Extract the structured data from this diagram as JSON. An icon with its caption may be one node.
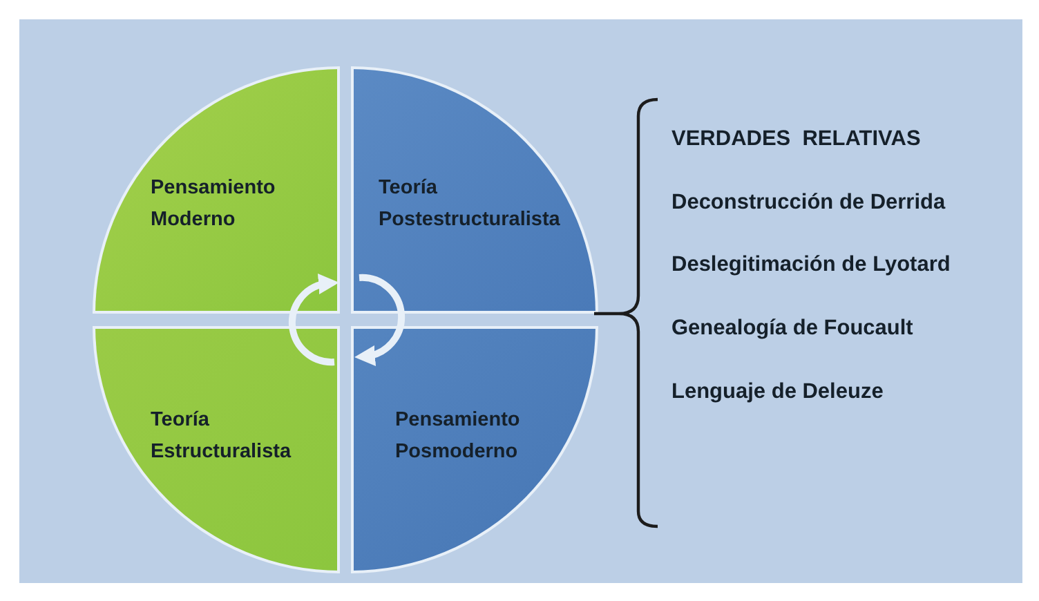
{
  "diagram": {
    "nodes": [
      {
        "text": [
          "Pensamiento Moderno"
        ]
      },
      {
        "text": [
          "Teoría Postestructuralista"
        ]
      },
      {
        "text": [
          "Teoría Estructuralista"
        ]
      },
      {
        "text": [
          "Pensamiento Posmoderno"
        ]
      }
    ],
    "edges": [
      {
        "from": 1,
        "to": 3,
        "arrow": "to"
      },
      {
        "from": 2,
        "to": 0,
        "arrow": "to"
      }
    ],
    "labels": [
      "VERDADES  RELATIVAS",
      "Deconstrucción de Derrida",
      "Deslegitimación de Lyotard",
      "Genealogía de Foucault",
      "Lenguaje de Deleuze"
    ]
  }
}
